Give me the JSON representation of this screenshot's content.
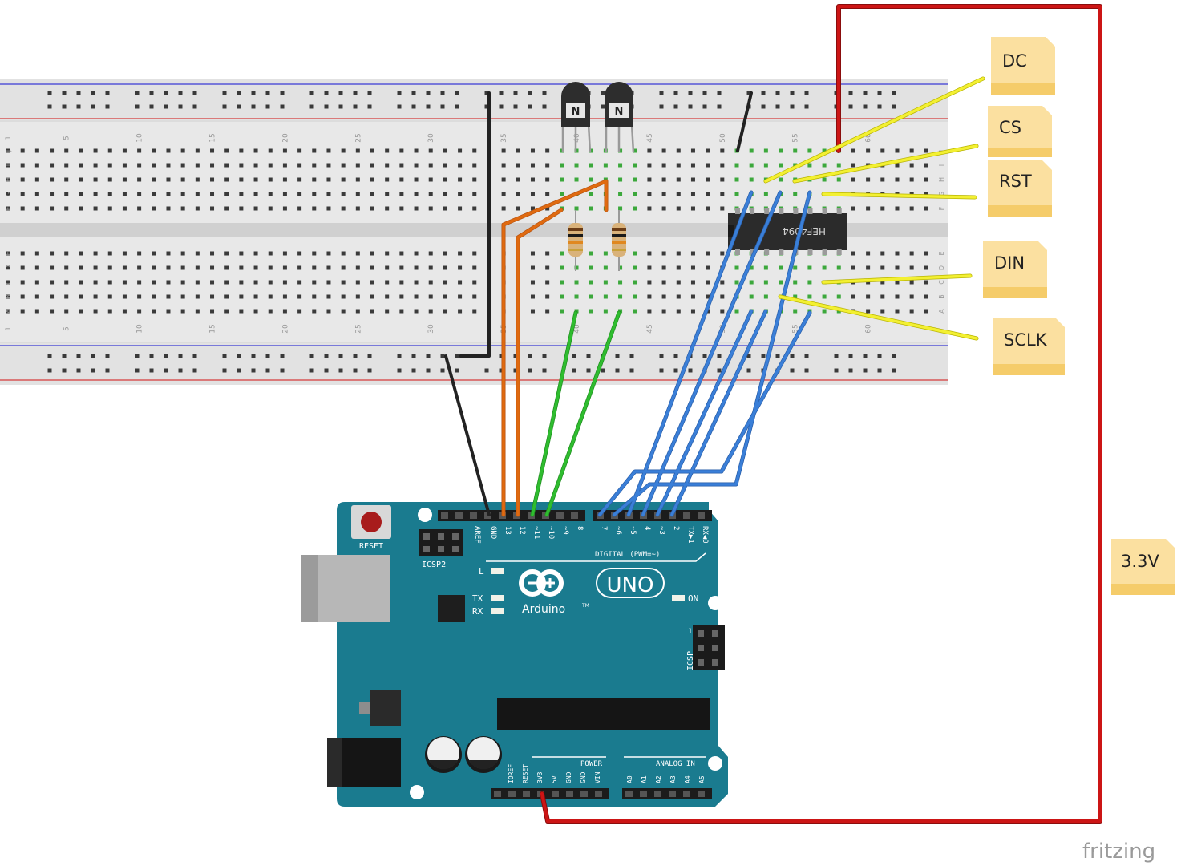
{
  "breadboard": {
    "column_numbers_top": [
      "1",
      "5",
      "10",
      "15",
      "20",
      "25",
      "30",
      "35",
      "40",
      "45",
      "50",
      "55",
      "60"
    ],
    "column_numbers_bottom": [
      "1",
      "5",
      "10",
      "15",
      "20",
      "25",
      "30",
      "35",
      "40",
      "45",
      "50",
      "55",
      "60"
    ],
    "row_letters_top": [
      "J",
      "I",
      "H",
      "G",
      "F"
    ],
    "row_letters_bottom": [
      "E",
      "D",
      "C",
      "B",
      "A"
    ],
    "row_letters_right_top": [
      "J",
      "I",
      "H",
      "G",
      "F"
    ],
    "row_letters_right_bottom": [
      "E",
      "D",
      "C",
      "B",
      "A"
    ]
  },
  "transistors": [
    {
      "mark": "N"
    },
    {
      "mark": "N"
    }
  ],
  "ic": {
    "label": "HEF4094"
  },
  "notes": {
    "dc": "DC",
    "cs": "CS",
    "rst": "RST",
    "din": "DIN",
    "sclk": "SCLK",
    "v33": "3.3V"
  },
  "arduino": {
    "reset": "RESET",
    "icsp2": "ICSP2",
    "icsp": "ICSP",
    "icsp_pin1": "1",
    "digital_pins": [
      "AREF",
      "GND",
      "13",
      "12",
      "~11",
      "~10",
      "~9",
      "8",
      "7",
      "~6",
      "~5",
      "4",
      "~3",
      "2",
      "TX▶1",
      "RX◀0"
    ],
    "digital_label": "DIGITAL (PWM=~)",
    "led_l": "L",
    "led_tx": "TX",
    "led_rx": "RX",
    "on": "ON",
    "brand": "Arduino",
    "model": "UNO",
    "tm": "TM",
    "power_label": "POWER",
    "analog_label": "ANALOG IN",
    "power_pins": [
      "IOREF",
      "RESET",
      "3V3",
      "5V",
      "GND",
      "GND",
      "VIN"
    ],
    "analog_pins": [
      "A0",
      "A1",
      "A2",
      "A3",
      "A4",
      "A5"
    ]
  },
  "footer": {
    "brand": "fritzing"
  },
  "colors": {
    "board": "#1a7b8f",
    "wire_red": "#cc1515",
    "wire_black": "#222222",
    "wire_orange": "#e06a10",
    "wire_green": "#2fbd2f",
    "wire_blue": "#3a7fd8",
    "wire_yellow": "#f3f032",
    "note_bg": "#fbe0a0"
  }
}
